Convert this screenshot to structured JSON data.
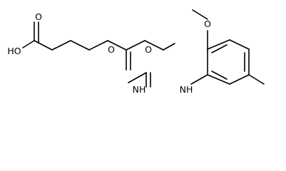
{
  "molecule": {
    "atoms": {
      "hydroxyl": "HO",
      "acid_carbonyl_oxygen": "O",
      "amide_carbonyl_oxygen": "O",
      "imide_nh": "NH",
      "urea_carbonyl_oxygen": "O",
      "aryl_nh": "NH",
      "methoxy_oxygen": "O"
    }
  },
  "colors": {
    "bond": "#000000",
    "background": "#ffffff"
  }
}
